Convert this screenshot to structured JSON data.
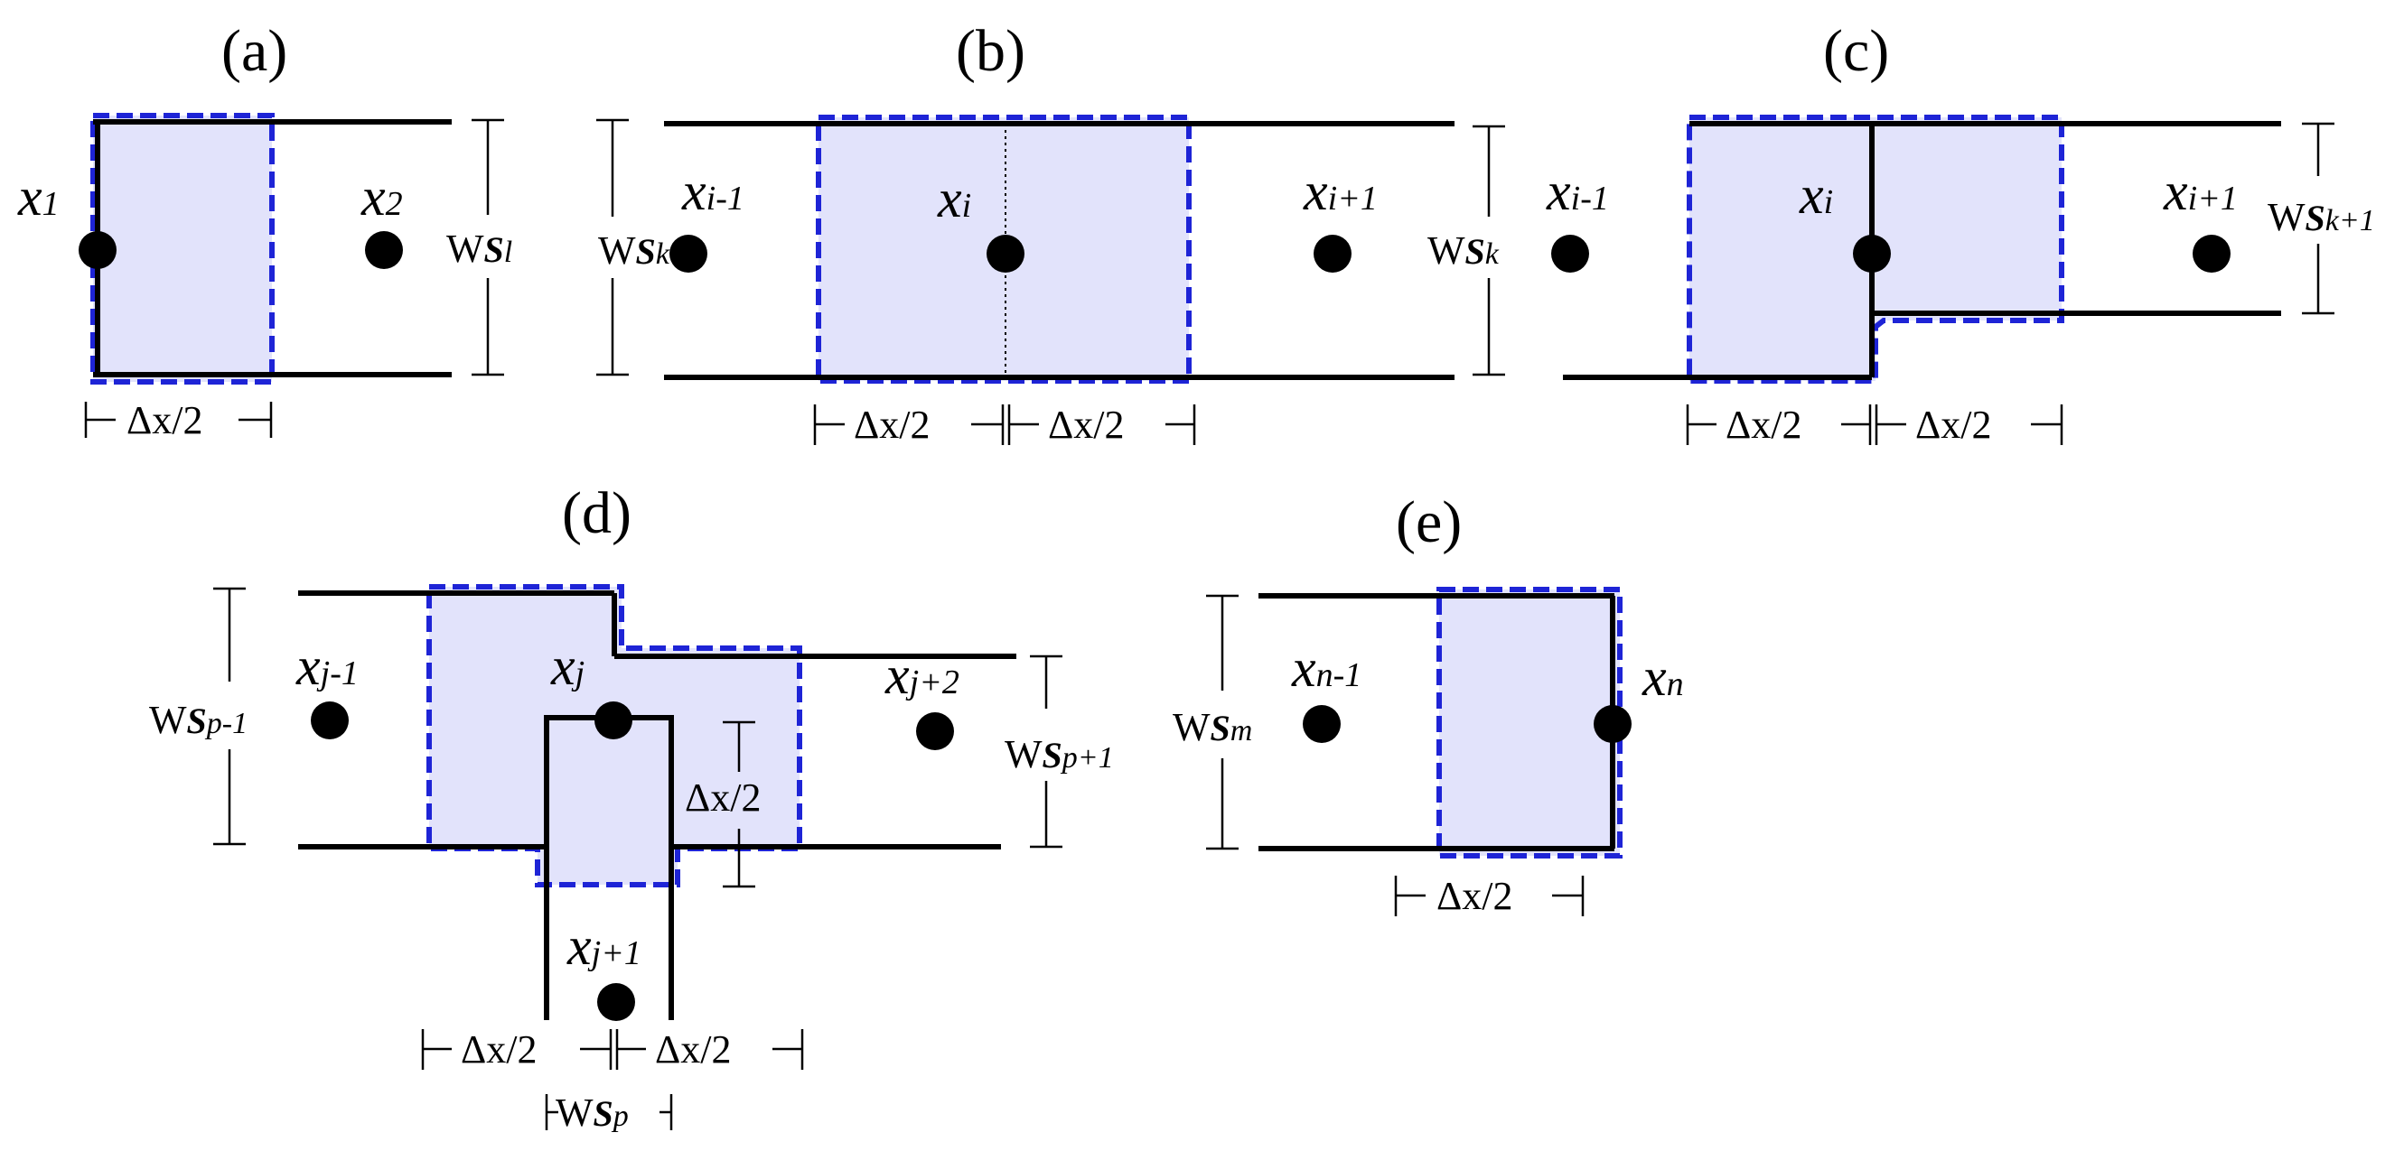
{
  "panels": {
    "a": {
      "label": "(a)",
      "nodes": [
        {
          "name": "x",
          "sub": "1"
        },
        {
          "name": "x",
          "sub": "2"
        }
      ],
      "width": {
        "w": "W",
        "s": "S",
        "sub": "l"
      },
      "dims": [
        "Δx/2"
      ]
    },
    "b": {
      "label": "(b)",
      "nodes": [
        {
          "name": "x",
          "sub": "i-1"
        },
        {
          "name": "x",
          "sub": "i"
        },
        {
          "name": "x",
          "sub": "i+1"
        }
      ],
      "width": {
        "w": "W",
        "s": "S",
        "sub": "k"
      },
      "dims": [
        "Δx/2",
        "Δx/2"
      ]
    },
    "c": {
      "label": "(c)",
      "nodes": [
        {
          "name": "x",
          "sub": "i-1"
        },
        {
          "name": "x",
          "sub": "i"
        },
        {
          "name": "x",
          "sub": "i+1"
        }
      ],
      "width_left": {
        "w": "W",
        "s": "S",
        "sub": "k"
      },
      "width_right": {
        "w": "W",
        "s": "S",
        "sub": "k+1"
      },
      "dims": [
        "Δx/2",
        "Δx/2"
      ]
    },
    "d": {
      "label": "(d)",
      "nodes": [
        {
          "name": "x",
          "sub": "j-1"
        },
        {
          "name": "x",
          "sub": "j"
        },
        {
          "name": "x",
          "sub": "j+2"
        },
        {
          "name": "x",
          "sub": "j+1"
        }
      ],
      "width_left": {
        "w": "W",
        "s": "S",
        "sub": "p-1"
      },
      "width_right": {
        "w": "W",
        "s": "S",
        "sub": "p+1"
      },
      "width_bottom": {
        "w": "W",
        "s": "S",
        "sub": "p"
      },
      "dims": [
        "Δx/2",
        "Δx/2",
        "Δx/2"
      ]
    },
    "e": {
      "label": "(e)",
      "nodes": [
        {
          "name": "x",
          "sub": "n-1"
        },
        {
          "name": "x",
          "sub": "n"
        }
      ],
      "width": {
        "w": "W",
        "s": "S",
        "sub": "m"
      },
      "dims": [
        "Δx/2"
      ]
    }
  }
}
